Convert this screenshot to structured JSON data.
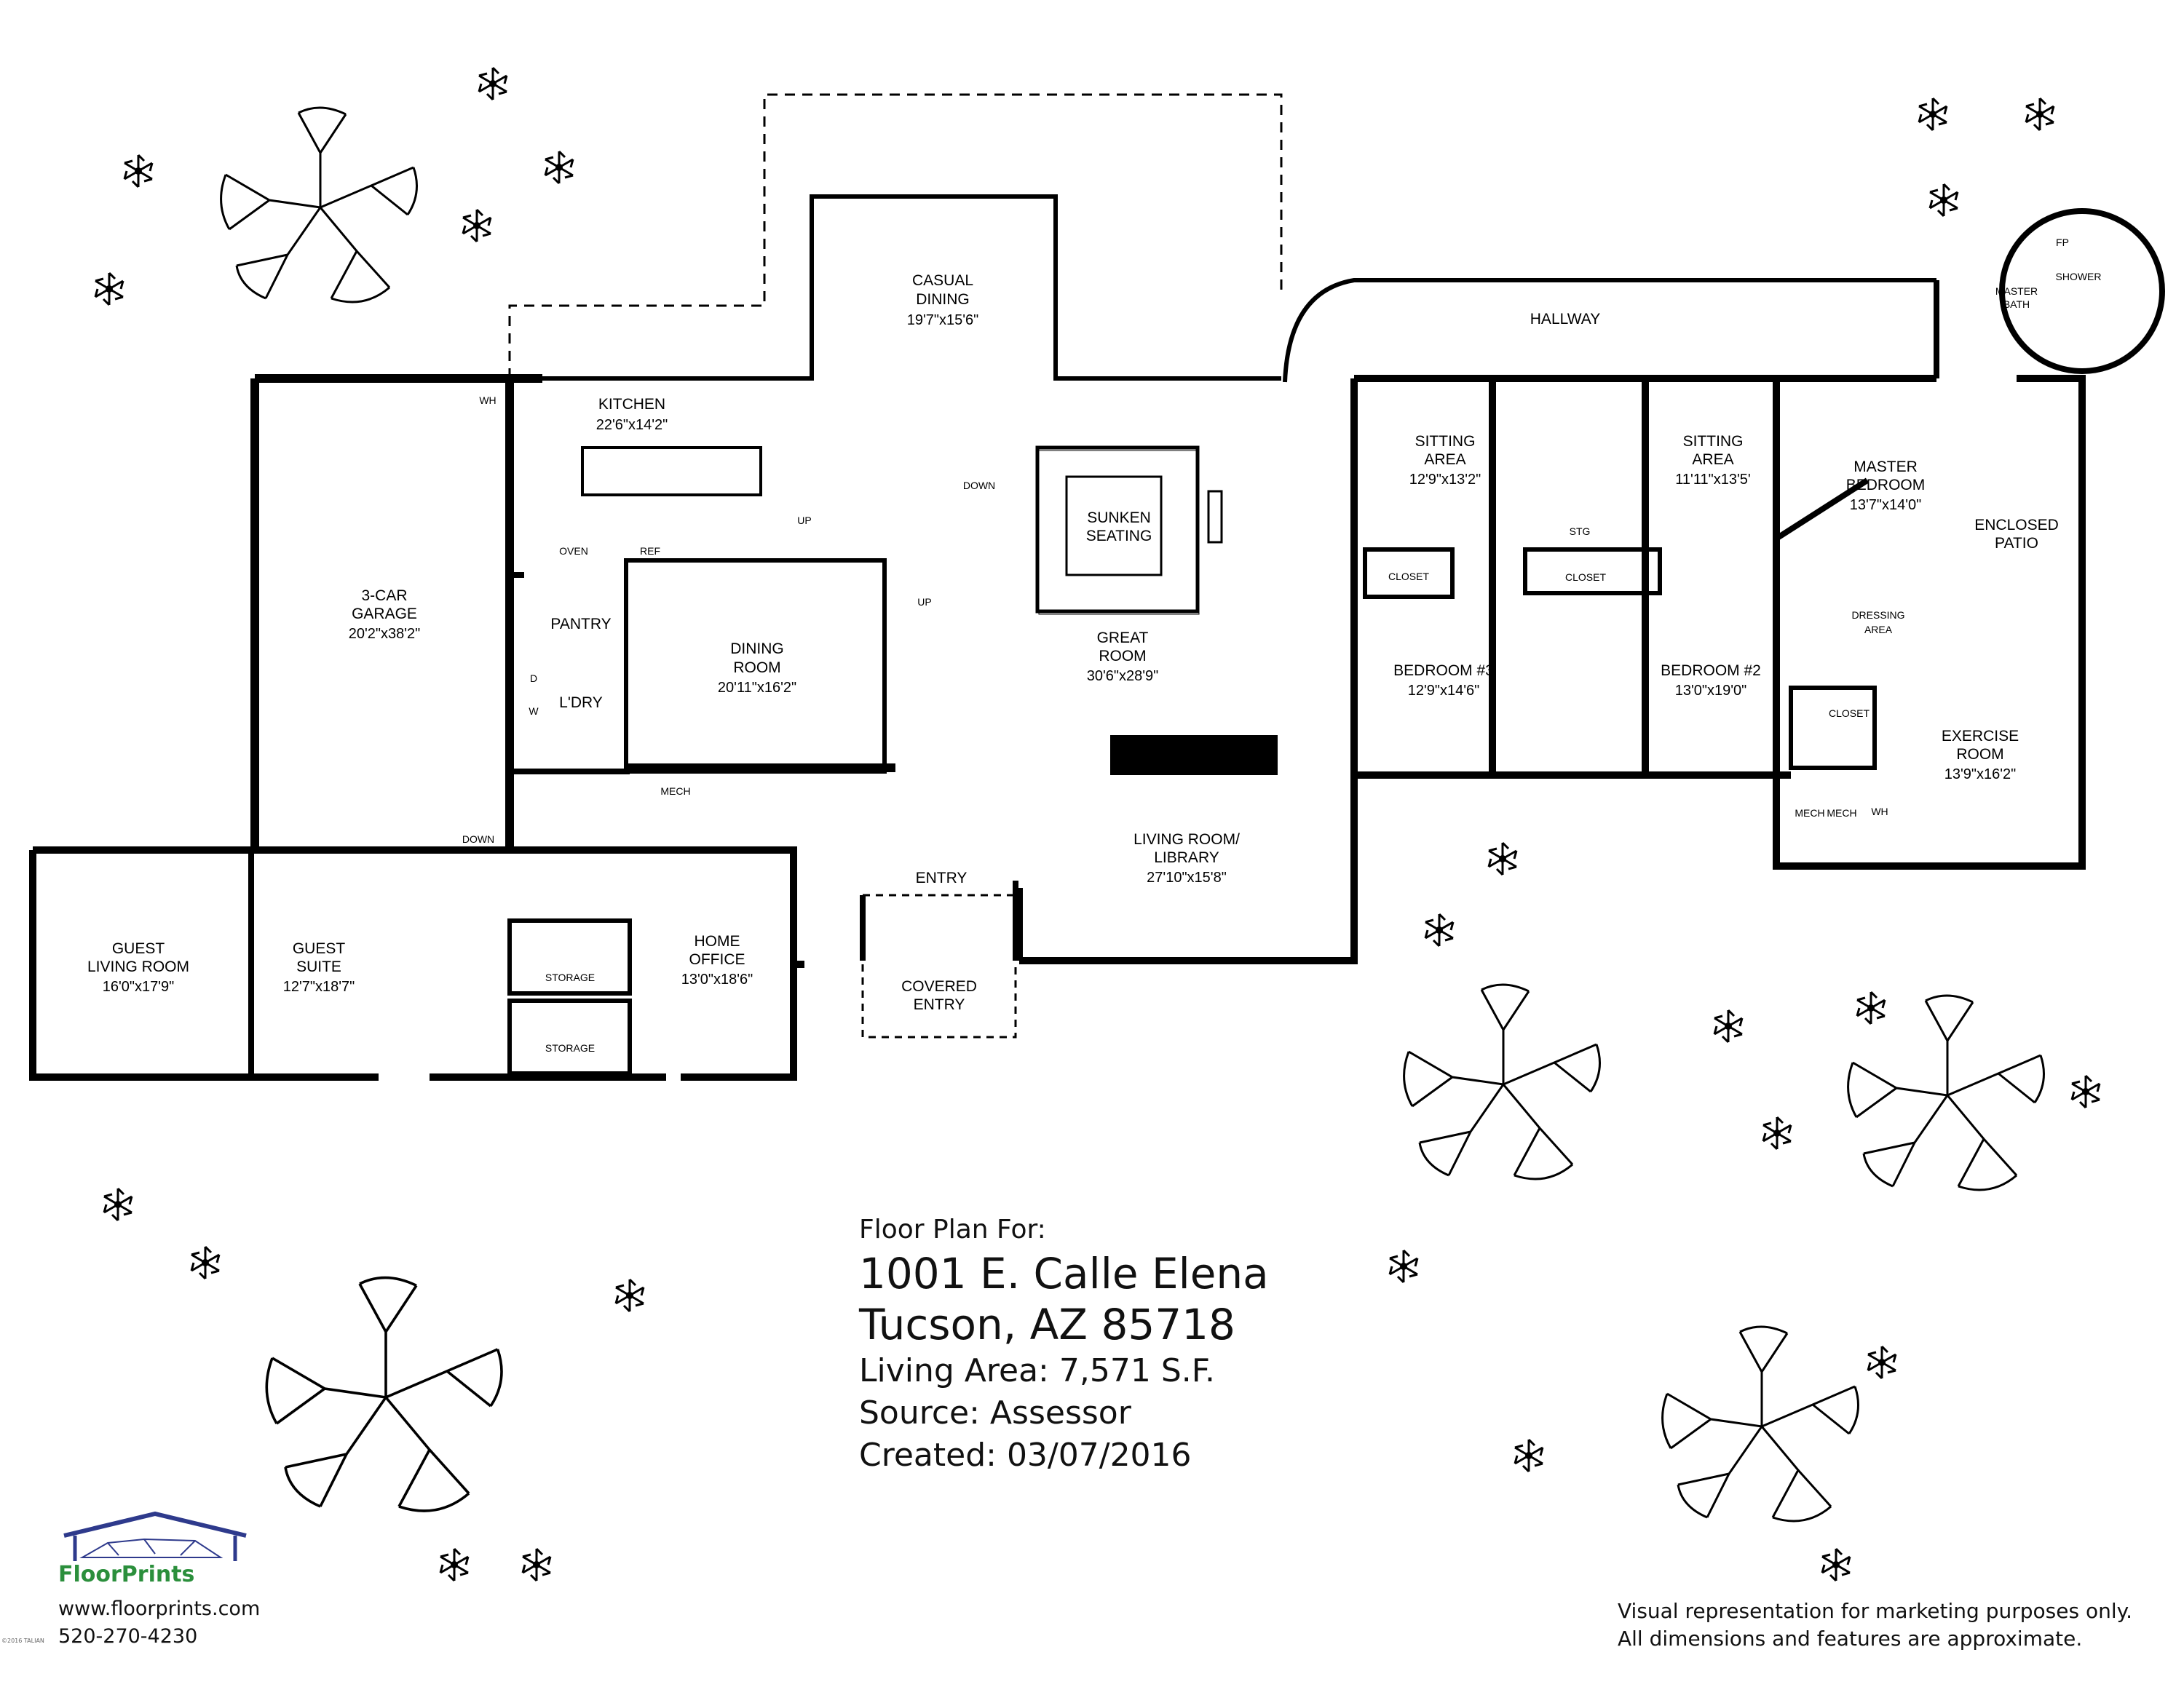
{
  "rooms": {
    "kitchen": {
      "name": "KITCHEN",
      "size": "22'6\"x14'2\""
    },
    "casual_dining_1": "CASUAL",
    "casual_dining_2": "DINING",
    "casual_dining_size": "19'7\"x15'6\"",
    "hallway": "HALLWAY",
    "garage_1": "3-CAR",
    "garage_2": "GARAGE",
    "garage_size": "20'2\"x38'2\"",
    "pantry": "PANTRY",
    "laundry": "L'DRY",
    "dining_1": "DINING",
    "dining_2": "ROOM",
    "dining_size": "20'11\"x16'2\"",
    "sunken_1": "SUNKEN",
    "sunken_2": "SEATING",
    "great_1": "GREAT",
    "great_2": "ROOM",
    "great_size": "30'6\"x28'9\"",
    "sitting3_1": "SITTING",
    "sitting3_2": "AREA",
    "sitting3_size": "12'9\"x13'2\"",
    "sitting2_1": "SITTING",
    "sitting2_2": "AREA",
    "sitting2_size": "11'11\"x13'5'",
    "bed3": "BEDROOM #3",
    "bed3_size": "12'9\"x14'6\"",
    "bed2": "BEDROOM #2",
    "bed2_size": "13'0\"x19'0\"",
    "master_1": "MASTER",
    "master_2": "BEDROOM",
    "master_size": "13'7\"x14'0\"",
    "master_bath_1": "MASTER",
    "master_bath_2": "BATH",
    "shower": "SHOWER",
    "fp": "FP",
    "patio_1": "ENCLOSED",
    "patio_2": "PATIO",
    "dressing_1": "DRESSING",
    "dressing_2": "AREA",
    "exercise_1": "EXERCISE",
    "exercise_2": "ROOM",
    "exercise_size": "13'9\"x16'2\"",
    "living_1": "LIVING ROOM/",
    "living_2": "LIBRARY",
    "living_size": "27'10\"x15'8\"",
    "entry": "ENTRY",
    "covered_1": "COVERED",
    "covered_2": "ENTRY",
    "home_office_1": "HOME",
    "home_office_2": "OFFICE",
    "home_office_size": "13'0\"x18'6\"",
    "storage_a": "STORAGE",
    "storage_b": "STORAGE",
    "guest_living_1": "GUEST",
    "guest_living_2": "LIVING ROOM",
    "guest_living_size": "16'0\"x17'9\"",
    "guest_suite_1": "GUEST",
    "guest_suite_2": "SUITE",
    "guest_suite_size": "12'7\"x18'7\"",
    "closet_b3": "CLOSET",
    "closet_b2": "CLOSET",
    "closet_m": "CLOSET",
    "stg": "STG",
    "mech_a": "MECH",
    "mech_b": "MECH",
    "mech_c": "MECH",
    "wh_a": "WH",
    "wh_b": "WH",
    "oven": "OVEN",
    "ref": "REF",
    "up_a": "UP",
    "up_b": "UP",
    "down_a": "DOWN",
    "down_b": "DOWN",
    "dryer": "D",
    "washer": "W"
  },
  "info": {
    "heading": "Floor Plan For:",
    "address1": "1001 E. Calle Elena",
    "address2": "Tucson, AZ 85718",
    "living_area": "Living Area:  7,571 S.F.",
    "source": "Source:  Assessor",
    "created": "Created:  03/07/2016"
  },
  "brand": {
    "name": "FloorPrints",
    "website": "www.floorprints.com",
    "phone": "520-270-4230",
    "copyright": "©2016 TALIAN"
  },
  "disclaimer": {
    "line1": "Visual representation for marketing purposes only.",
    "line2": "All dimensions and features are approximate."
  },
  "colors": {
    "walls": "#000000",
    "logo_blue": "#2e3a8c",
    "logo_green": "#2b8f3c"
  }
}
